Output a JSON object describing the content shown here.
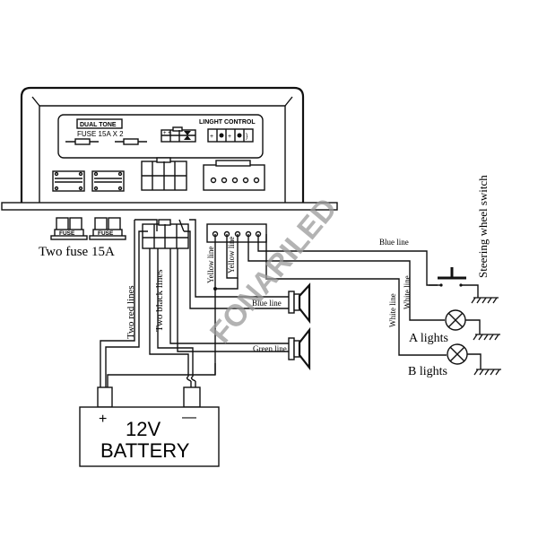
{
  "controller": {
    "panel_label_dual_tone": "DUAL TONE",
    "panel_label_fuse": "FUSE  15A X 2",
    "panel_label_light_control": "LINGHT CONTROL"
  },
  "fuses": {
    "fuse_label_1": "FUSE",
    "fuse_label_2": "FUSE",
    "caption": "Two fuse 15A"
  },
  "wires": {
    "two_red_lines": "Two red lines",
    "two_black_lines": "Two black lines",
    "yellow_line_1": "Yellow line",
    "yellow_line_2": "Yellow line",
    "blue_line_speaker": "Blue line",
    "green_line_speaker": "Green line",
    "blue_line_switch": "Blue line",
    "white_line_a": "White line",
    "white_line_b": "White line"
  },
  "components": {
    "steering_wheel_switch": "Steering wheel switch",
    "a_lights": "A lights",
    "b_lights": "B lights"
  },
  "battery": {
    "plus": "+",
    "minus": "—",
    "voltage": "12V",
    "label": "BATTERY"
  },
  "watermark": "FONARILED"
}
